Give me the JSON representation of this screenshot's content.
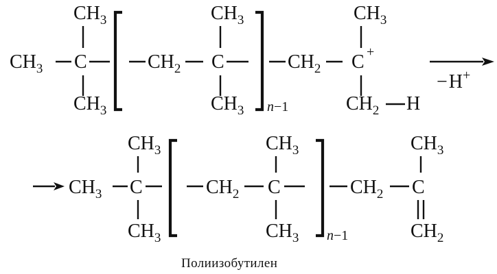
{
  "reaction": {
    "fragments": {
      "ch": "CH",
      "c": "C",
      "h": "H",
      "sub2": "2",
      "sub3": "3",
      "plus": "+",
      "minus": "−",
      "n": "n",
      "n_minus_1_tail": "−1"
    },
    "condition": {
      "minus": "−",
      "h": "H",
      "plus": "+"
    }
  },
  "caption": "Полиизобутилен"
}
